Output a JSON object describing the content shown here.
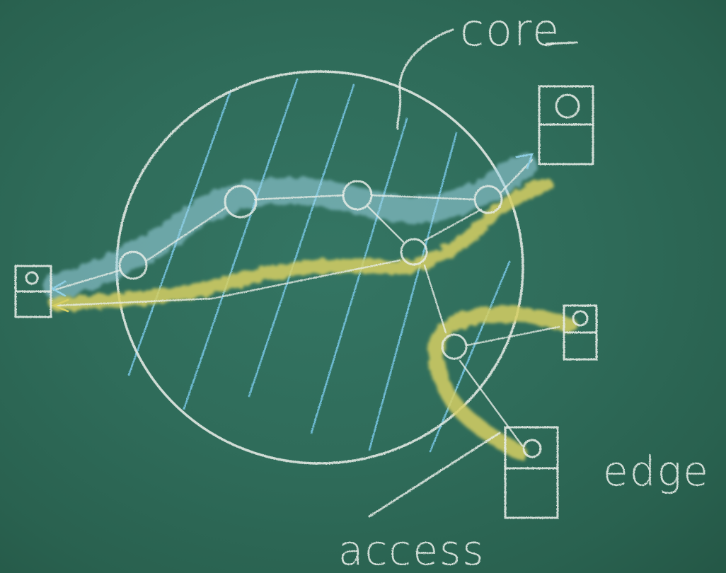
{
  "diagram": {
    "labels": {
      "core": "core",
      "edge": "edge",
      "access": "access"
    }
  },
  "colors": {
    "board": "#2f6c5a",
    "chalk_white": "#e6ece6",
    "chalk_blue": "#8fd0e6",
    "chalk_yellow": "#d9d36a"
  }
}
